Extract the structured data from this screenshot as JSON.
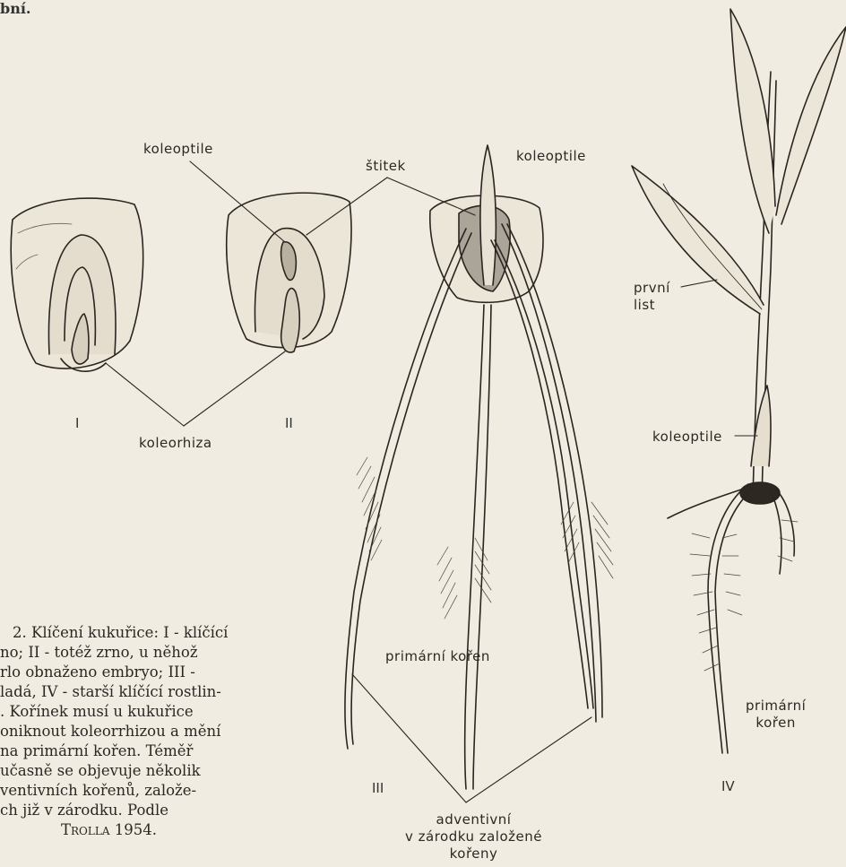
{
  "top_fragment": "bní.",
  "labels": {
    "koleoptile_1": "koleoptile",
    "stitek": "štitek",
    "koleoptile_2": "koleoptile",
    "prvni_list": "první\nlist",
    "koleoptile_3": "koleoptile",
    "koleorhiza": "koleorhiza",
    "primarni_koren_iii": "primární kořen",
    "primarni_koren_iv": "primární\nkořen",
    "adventivni": "adventivní\nv zárodku založené\nkořeny"
  },
  "numerals": {
    "i": "I",
    "ii": "II",
    "iii": "III",
    "iv": "IV"
  },
  "caption": {
    "lines": [
      "2. Klíčení kukuřice: I - klíčící",
      "no; II - totéž zrno, u něhož",
      "rlo obnaženo embryo; III -",
      "ladá, IV - starší klíčící rostlin-",
      ". Kořínek musí u kukuřice",
      "oniknout koleorrhizou a mění",
      " na primární kořen. Téměř",
      "učasně se objevuje několik",
      "ventivních kořenů, založe-",
      "ch již v zárodku. Podle"
    ],
    "source": "Trolla 1954."
  },
  "colors": {
    "paper": "#f1ece1",
    "ink": "#2a2520"
  }
}
